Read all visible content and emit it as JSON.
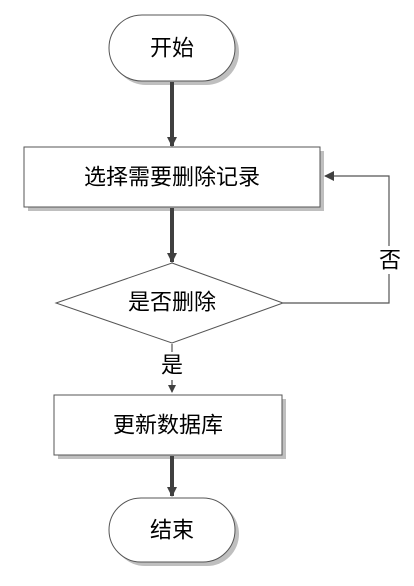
{
  "flowchart": {
    "nodes": {
      "start": {
        "label": "开始",
        "shape": "terminator"
      },
      "select": {
        "label": "选择需要删除记录",
        "shape": "process"
      },
      "decision": {
        "label": "是否删除",
        "shape": "decision"
      },
      "update": {
        "label": "更新数据库",
        "shape": "process"
      },
      "end": {
        "label": "结束",
        "shape": "terminator"
      }
    },
    "edges": {
      "yes_label": "是",
      "no_label": "否"
    },
    "colors": {
      "stroke": "#555555",
      "arrow": "#404040",
      "shadow": "#bfbfbf",
      "fill": "#ffffff",
      "text": "#000000"
    }
  }
}
